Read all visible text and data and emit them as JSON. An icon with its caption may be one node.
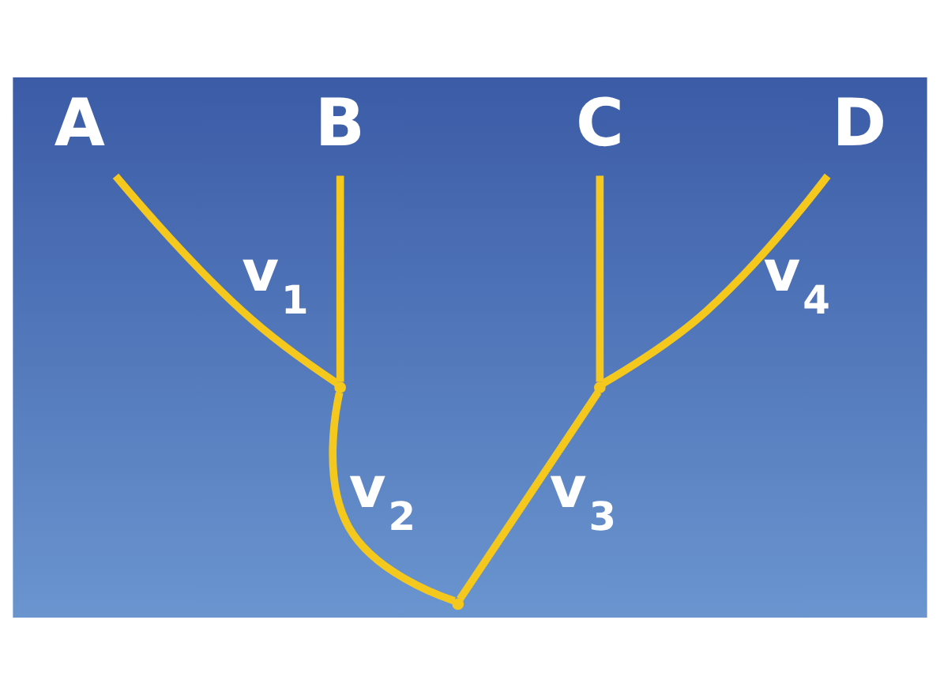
{
  "diagram": {
    "nodes": [
      {
        "text": [
          "A"
        ]
      },
      {
        "text": [
          "B"
        ]
      },
      {
        "text": [
          "C"
        ]
      },
      {
        "text": [
          "D"
        ]
      },
      {
        "text": [],
        "shape": "point"
      },
      {
        "text": [],
        "shape": "point"
      },
      {
        "text": [],
        "shape": "point"
      }
    ],
    "edges": [
      {
        "from": 0,
        "to": 4,
        "arrow": "none",
        "label": "v$_{1}$"
      },
      {
        "from": 1,
        "to": 4,
        "arrow": "none"
      },
      {
        "from": 2,
        "to": 5,
        "arrow": "none"
      },
      {
        "from": 3,
        "to": 5,
        "arrow": "none",
        "label": "v$_{4}$"
      },
      {
        "from": 4,
        "to": 6,
        "arrow": "none",
        "label": "v$_{2}$"
      },
      {
        "from": 5,
        "to": 6,
        "arrow": "none",
        "label": "v$_{3}$"
      }
    ]
  }
}
